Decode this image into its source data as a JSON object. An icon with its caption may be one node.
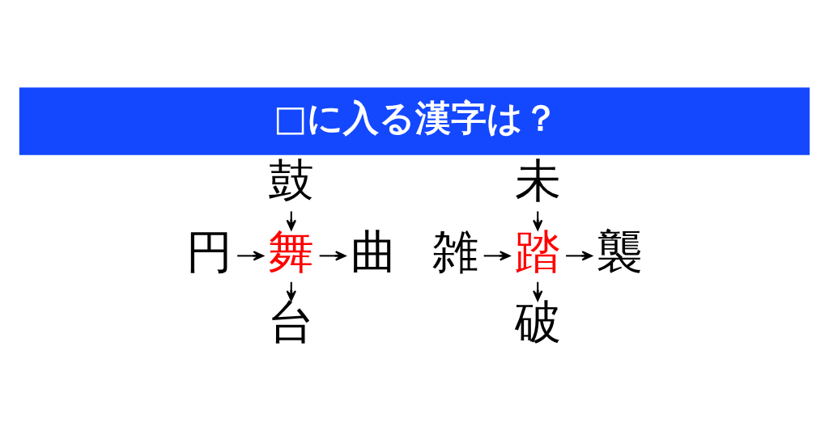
{
  "diagram": {
    "title": "□に入る漢字は？",
    "nodes": [
      {
        "text": [
          "鼓"
        ]
      },
      {
        "text": [
          "円"
        ]
      },
      {
        "text": [
          "舞"
        ]
      },
      {
        "text": [
          "曲"
        ]
      },
      {
        "text": [
          "台"
        ]
      },
      {
        "text": [
          "未"
        ]
      },
      {
        "text": [
          "雑"
        ]
      },
      {
        "text": [
          "踏"
        ]
      },
      {
        "text": [
          "襲"
        ]
      },
      {
        "text": [
          "破"
        ]
      }
    ],
    "edges": [
      {
        "from": 0,
        "to": 2,
        "arrow": "to"
      },
      {
        "from": 1,
        "to": 2,
        "arrow": "to"
      },
      {
        "from": 2,
        "to": 3,
        "arrow": "to"
      },
      {
        "from": 2,
        "to": 4,
        "arrow": "to"
      },
      {
        "from": 5,
        "to": 7,
        "arrow": "to"
      },
      {
        "from": 6,
        "to": 7,
        "arrow": "to"
      },
      {
        "from": 7,
        "to": 8,
        "arrow": "to"
      },
      {
        "from": 7,
        "to": 9,
        "arrow": "to"
      }
    ]
  }
}
